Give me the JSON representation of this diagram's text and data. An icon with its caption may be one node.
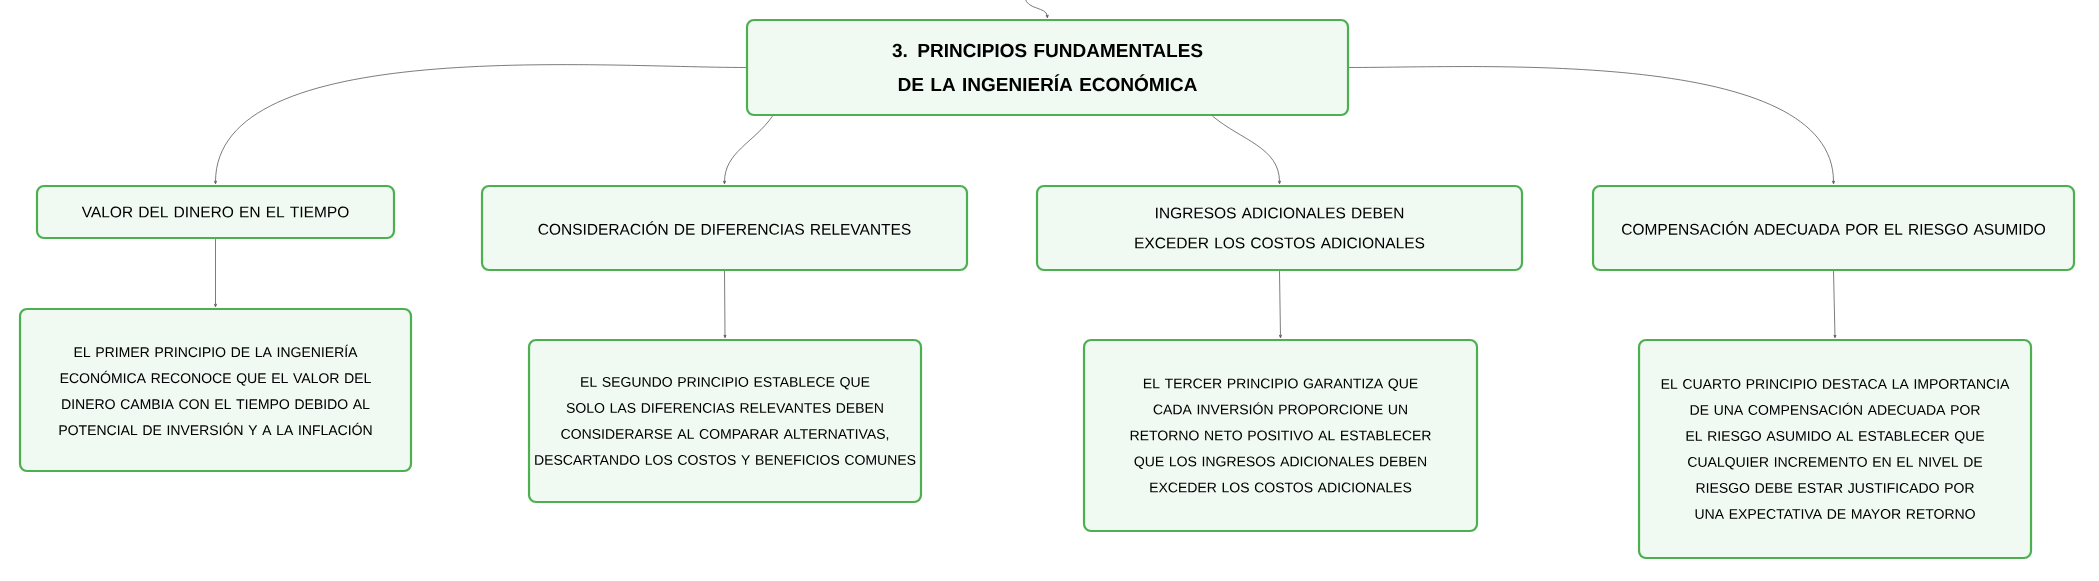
{
  "diagram": {
    "nodes": [
      {
        "text": [
          "3. PRINCIPIOS FUNDAMENTALES DE LA INGENIERÍA ECONÓMICA"
        ]
      },
      {
        "text": [
          "VALOR DEL DINERO EN EL TIEMPO"
        ]
      },
      {
        "text": [
          "CONSIDERACIÓN DE DIFERENCIAS RELEVANTES"
        ]
      },
      {
        "text": [
          "INGRESOS ADICIONALES DEBEN EXCEDER LOS COSTOS ADICIONALES"
        ]
      },
      {
        "text": [
          "COMPENSACIÓN ADECUADA POR EL RIESGO ASUMIDO"
        ]
      },
      {
        "text": [
          "EL PRIMER PRINCIPIO DE LA INGENIERÍA ECONÓMICA RECONOCE QUE EL VALOR DEL DINERO CAMBIA CON EL TIEMPO DEBIDO AL POTENCIAL DE INVERSIÓN Y A LA INFLACIÓN"
        ]
      },
      {
        "text": [
          "EL SEGUNDO PRINCIPIO ESTABLECE QUE SOLO LAS DIFERENCIAS RELEVANTES DEBEN CONSIDERARSE AL COMPARAR ALTERNATIVAS, DESCARTANDO LOS COSTOS Y BENEFICIOS COMUNES"
        ]
      },
      {
        "text": [
          "EL TERCER PRINCIPIO GARANTIZA QUE CADA INVERSIÓN PROPORCIONE UN RETORNO NETO POSITIVO AL ESTABLECER QUE LOS INGRESOS ADICIONALES DEBEN EXCEDER LOS COSTOS ADICIONALES"
        ]
      },
      {
        "text": [
          "EL CUARTO PRINCIPIO DESTACA LA IMPORTANCIA DE UNA COMPENSACIÓN ADECUADA POR EL RIESGO ASUMIDO AL ESTABLECER QUE CUALQUIER INCREMENTO EN EL NIVEL DE RIESGO DEBE ESTAR JUSTIFICADO POR UNA EXPECTATIVA DE MAYOR RETORNO"
        ]
      }
    ],
    "edges": [
      {
        "from": null,
        "to": 0,
        "arrow": "to"
      },
      {
        "from": 0,
        "to": 1,
        "arrow": "to"
      },
      {
        "from": 0,
        "to": 2,
        "arrow": "to"
      },
      {
        "from": 0,
        "to": 3,
        "arrow": "to"
      },
      {
        "from": 0,
        "to": 4,
        "arrow": "to"
      },
      {
        "from": 1,
        "to": 5,
        "arrow": "to"
      },
      {
        "from": 2,
        "to": 6,
        "arrow": "to"
      },
      {
        "from": 3,
        "to": 7,
        "arrow": "to"
      },
      {
        "from": 4,
        "to": 8,
        "arrow": "to"
      }
    ]
  }
}
